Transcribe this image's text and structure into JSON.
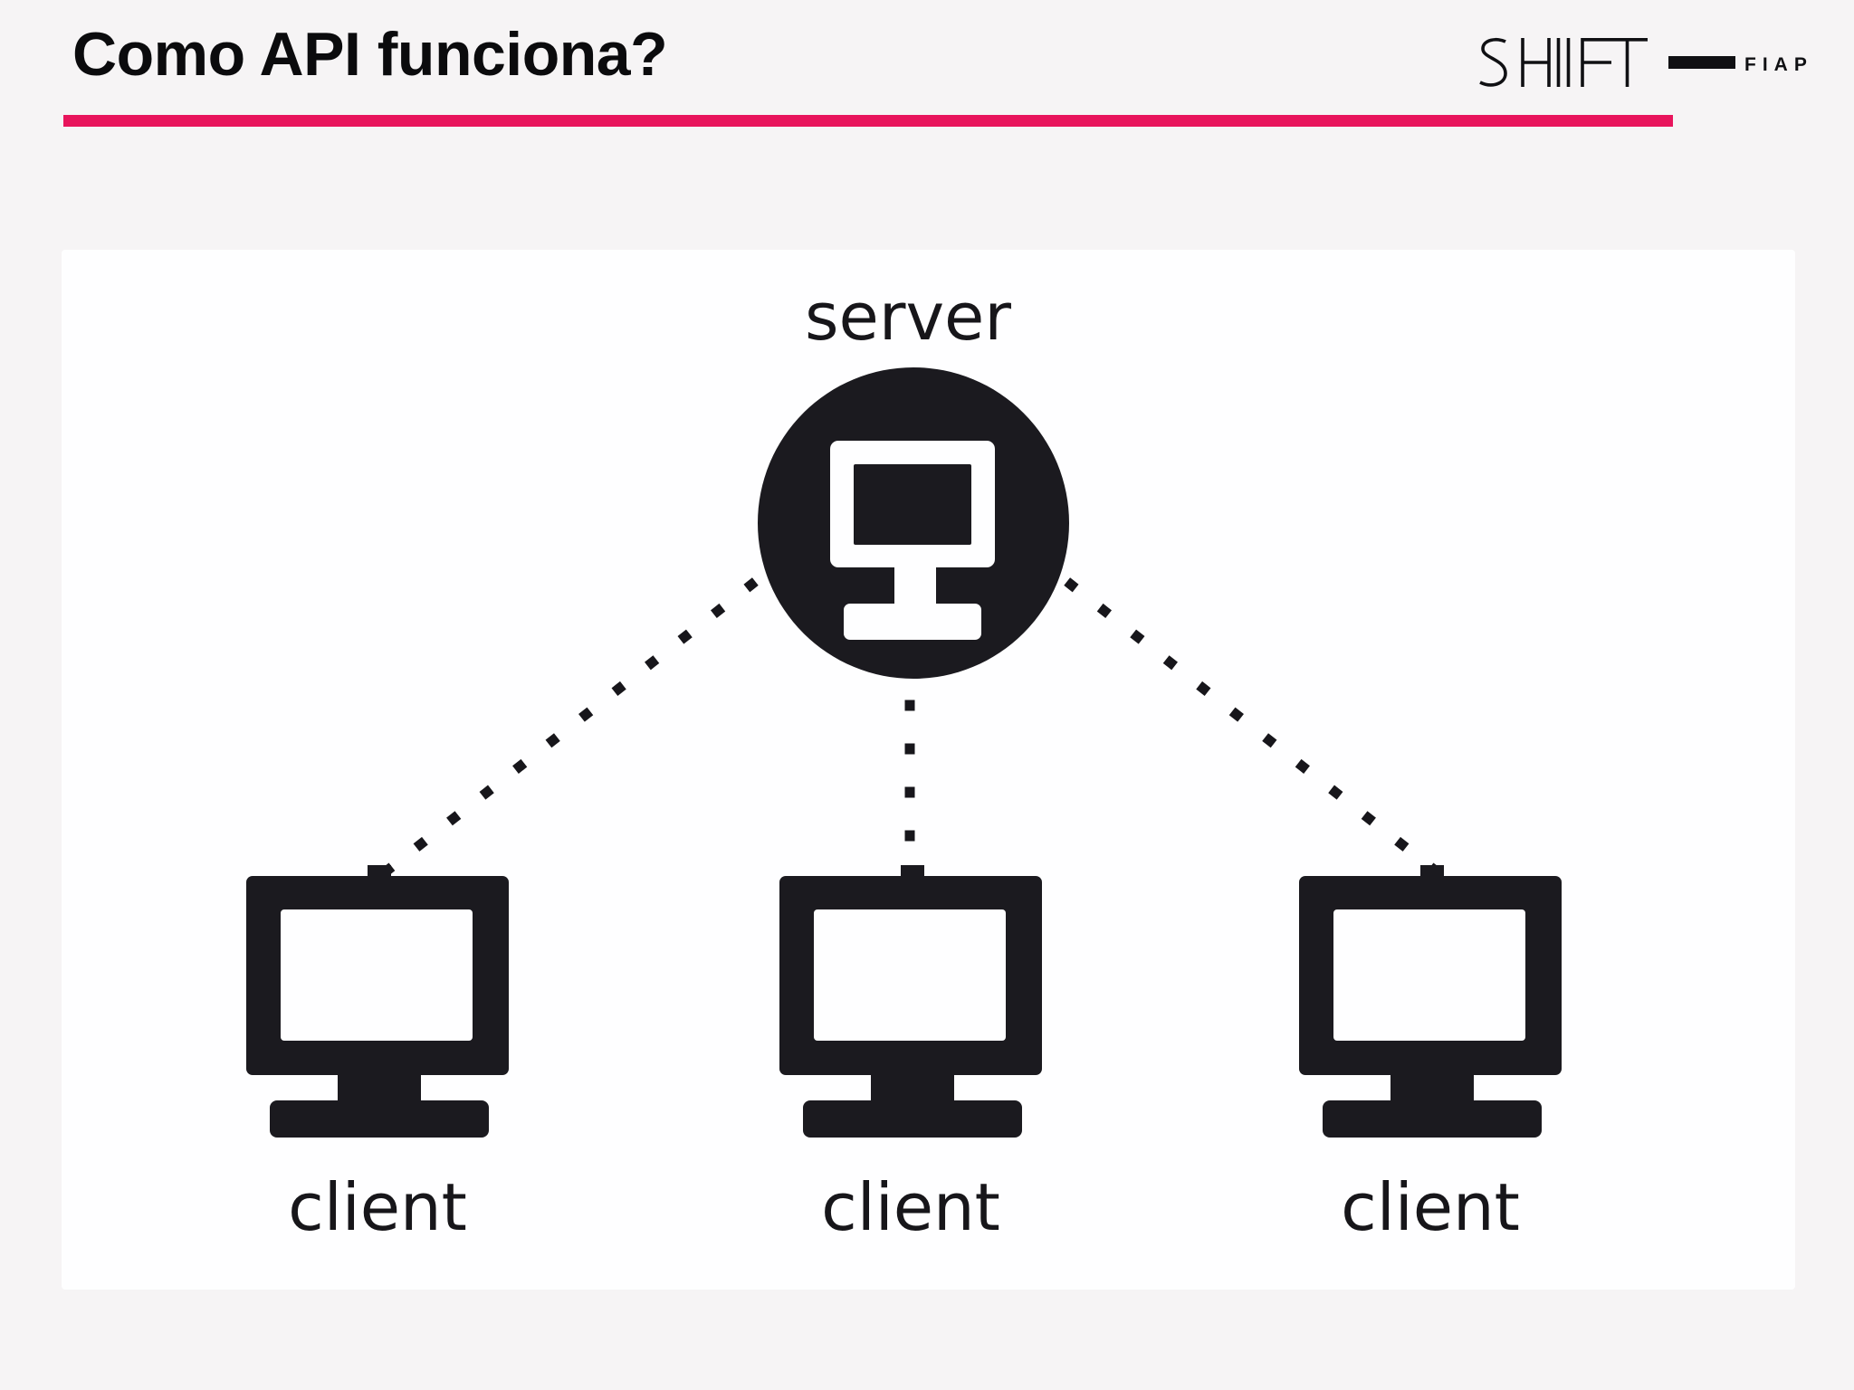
{
  "header": {
    "title": "Como API funciona?"
  },
  "logo": {
    "brand": "SHIFT",
    "partner": "FIAP"
  },
  "diagram": {
    "server": {
      "label": "server"
    },
    "clients": [
      {
        "label": "client"
      },
      {
        "label": "client"
      },
      {
        "label": "client"
      }
    ],
    "connections": [
      {
        "from": "server",
        "to": "client-0",
        "style": "dotted"
      },
      {
        "from": "server",
        "to": "client-1",
        "style": "dotted"
      },
      {
        "from": "server",
        "to": "client-2",
        "style": "dotted"
      }
    ]
  },
  "colors": {
    "accent": "#e8145c",
    "ink": "#1b1a1f",
    "panel": "#fefeff",
    "background": "#f6f4f5"
  }
}
